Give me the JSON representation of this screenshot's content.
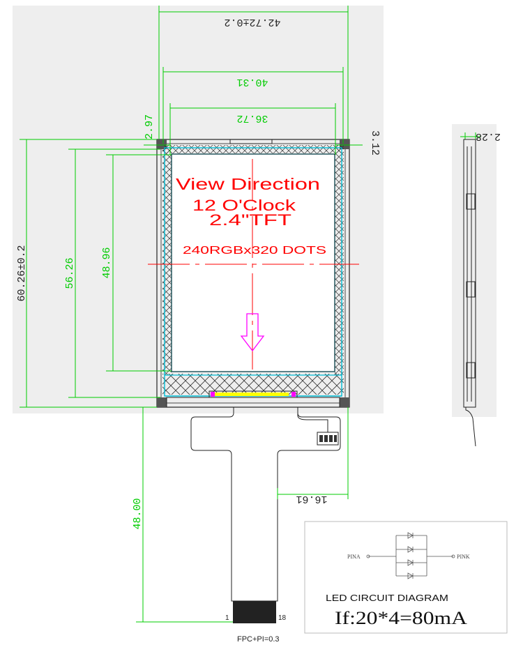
{
  "dimensions": {
    "overall_width": "42.72±0.2",
    "outline_width": "40.31",
    "active_width": "36.72",
    "left_offset": "2.97",
    "right_offset": "3.12",
    "overall_height": "60.26±0.2",
    "outline_height": "56.26",
    "active_height": "48.96",
    "fpc_length": "48.00",
    "fpc_offset": "16.61",
    "thickness": "2.28"
  },
  "screen_text": {
    "view_direction": "View Direction",
    "clock": "12 O'Clock",
    "size": "2.4\"TFT",
    "resolution": "240RGBx320 DOTS"
  },
  "fpc": {
    "pin_first": "1",
    "pin_last": "18",
    "note": "FPC+PI=0.3"
  },
  "led_circuit": {
    "pin_a": "PINA",
    "pin_k": "PINK",
    "title": "LED CIRCUIT DIAGRAM",
    "current": "If:20*4=80mA"
  },
  "colors": {
    "dimension": "#00cc00",
    "annotation": "#ff0000",
    "glass": "#00bcd4",
    "arrow": "#ff00ff",
    "led_bar": "#ffff00",
    "outline": "#222222",
    "sheet_bg": "#eeeeee"
  }
}
